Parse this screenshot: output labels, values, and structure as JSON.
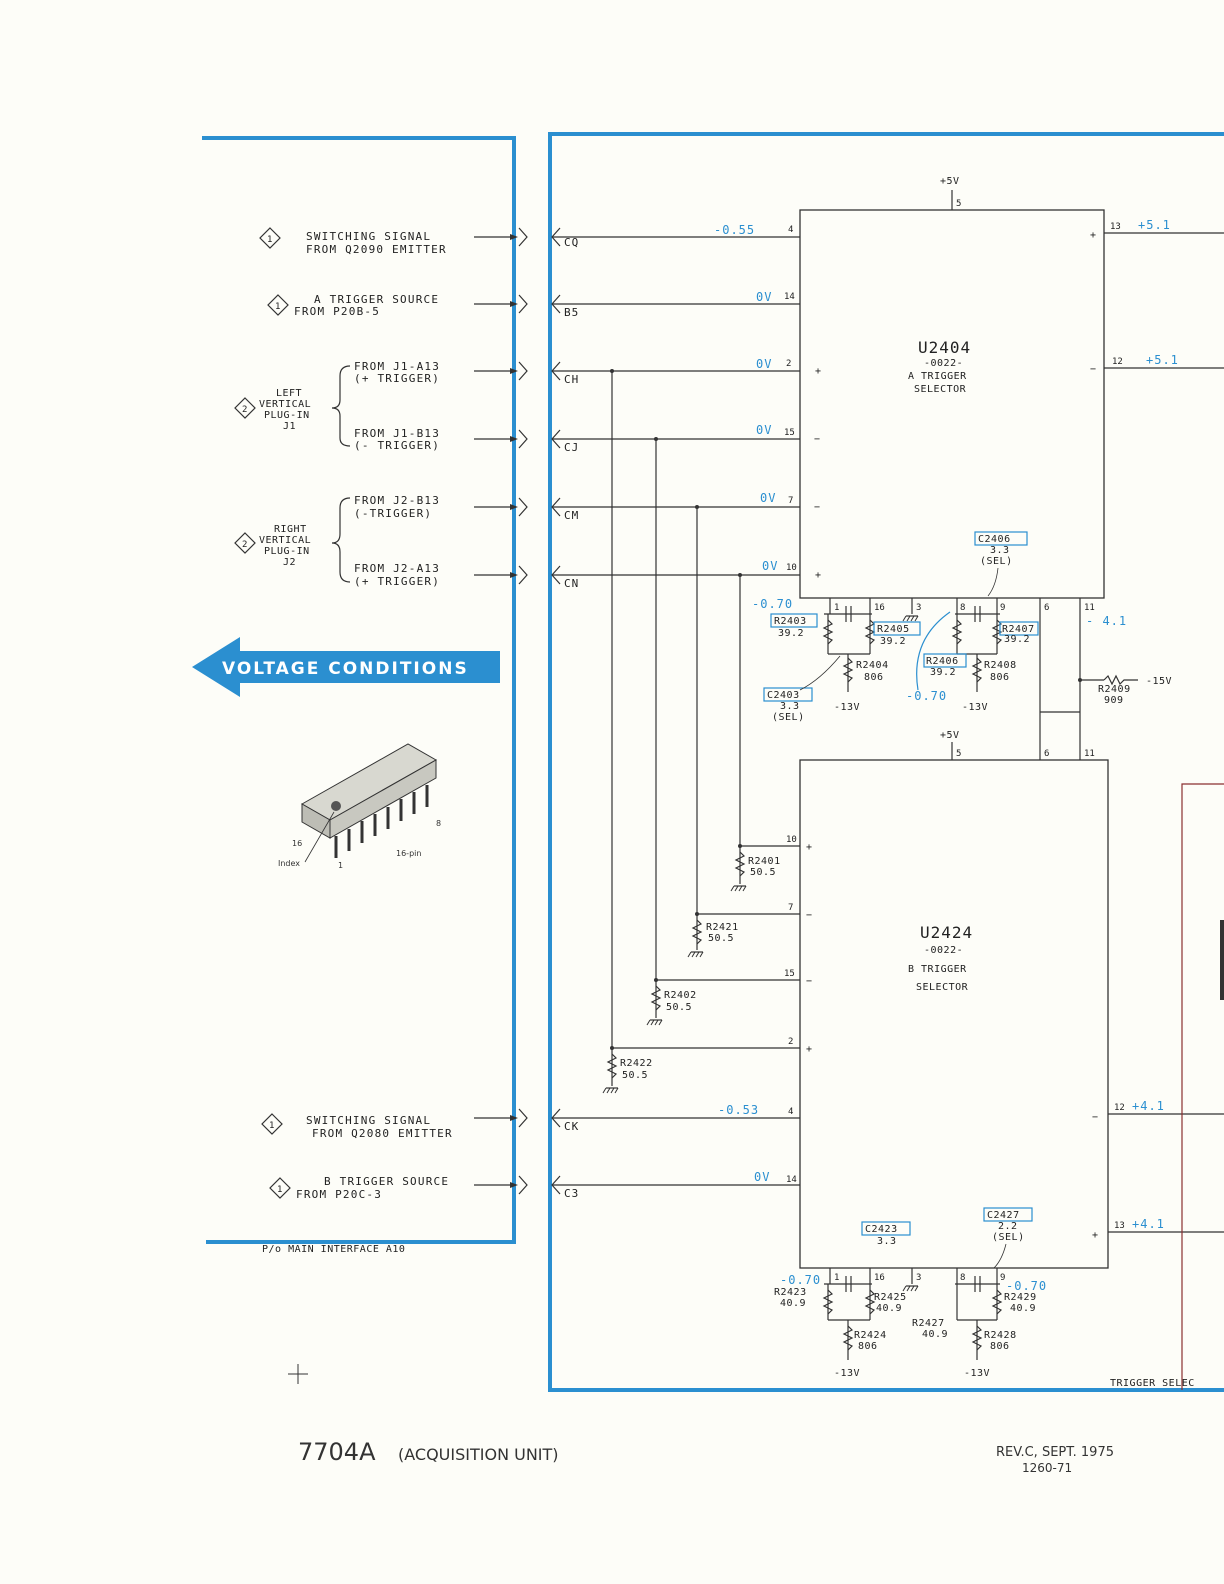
{
  "inputs": [
    {
      "line1": "SWITCHING SIGNAL",
      "line2": "FROM Q2090 EMITTER",
      "pin": "CQ",
      "voltage": "-0.55",
      "ic_pin": "4",
      "note": "1"
    },
    {
      "line1": "A TRIGGER SOURCE",
      "line2": "FROM  P20B-5",
      "pin": "B5",
      "voltage": "0V",
      "ic_pin": "14",
      "note": "1"
    },
    {
      "line1": "FROM J1-A13",
      "line2": "(+ TRIGGER)",
      "pin": "CH",
      "voltage": "0V",
      "ic_pin": "2"
    },
    {
      "line1": "FROM J1-B13",
      "line2": "(- TRIGGER)",
      "pin": "CJ",
      "voltage": "0V",
      "ic_pin": "15"
    },
    {
      "line1": "FROM J2-B13",
      "line2": "(-TRIGGER)",
      "pin": "CM",
      "voltage": "0V",
      "ic_pin": "7"
    },
    {
      "line1": "FROM J2-A13",
      "line2": "(+ TRIGGER)",
      "pin": "CN",
      "voltage": "0V",
      "ic_pin": "10"
    },
    {
      "line1": "SWITCHING SIGNAL",
      "line2": "FROM Q2080 EMITTER",
      "pin": "CK",
      "voltage": "-0.53",
      "ic_pin": "4",
      "note": "1"
    },
    {
      "line1": "B TRIGGER SOURCE",
      "line2": "FROM P20C-3",
      "pin": "C3",
      "voltage": "0V",
      "ic_pin": "14",
      "note": "1"
    }
  ],
  "groups": {
    "left": {
      "l1": "LEFT",
      "l2": "VERTICAL",
      "l3": "PLUG-IN",
      "l4": "J1",
      "note": "2"
    },
    "right": {
      "l1": "RIGHT",
      "l2": "VERTICAL",
      "l3": "PLUG-IN",
      "l4": "J2",
      "note": "2"
    }
  },
  "banner": "VOLTAGE CONDITIONS",
  "chip": {
    "index": "Index",
    "p16": "16",
    "p1": "1",
    "p8": "8",
    "pkg": "16-pin"
  },
  "footer_partial": "P/o  MAIN INTERFACE A10",
  "u2404": {
    "ref": "U2404",
    "part": "-0022-",
    "name1": "A TRIGGER",
    "name2": "SELECTOR",
    "supply": "+5V",
    "supply_pin": "5",
    "out13_pin": "13",
    "out13_v": "+5.1",
    "out12_pin": "12",
    "out12_v": "+5.1",
    "pins": {
      "p2": "2",
      "p15": "15",
      "p7": "7",
      "p10": "10",
      "p1": "1",
      "p16": "16",
      "p3": "3",
      "p8": "8",
      "p9": "9",
      "p6": "6",
      "p11": "11"
    },
    "v_left": "-0.70",
    "v_right": "-0.70",
    "v_pin11": "- 4.1",
    "c2406": {
      "ref": "C2406",
      "val": "3.3",
      "sel": "(SEL)"
    },
    "c2403": {
      "ref": "C2403",
      "val": "3.3",
      "sel": "(SEL)"
    },
    "r2403": {
      "ref": "R2403",
      "val": "39.2"
    },
    "r2405": {
      "ref": "R2405",
      "val": "39.2"
    },
    "r2404": {
      "ref": "R2404",
      "val": "806"
    },
    "r2406": {
      "ref": "R2406",
      "val": "39.2"
    },
    "r2407": {
      "ref": "R2407",
      "val": "39.2"
    },
    "r2408": {
      "ref": "R2408",
      "val": "806"
    },
    "r2409": {
      "ref": "R2409",
      "val": "909"
    },
    "neg15": "-15V",
    "neg13a": "-13V",
    "neg13b": "-13V"
  },
  "u2424": {
    "ref": "U2424",
    "part": "-0022-",
    "name1": "B TRIGGER",
    "name2": "SELECTOR",
    "supply": "+5V",
    "supply_pin": "5",
    "pin6": "6",
    "pin11": "11",
    "out12_pin": "12",
    "out12_v": "+4.1",
    "out13_pin": "13",
    "out13_v": "+4.1",
    "pins": {
      "p10": "10",
      "p7": "7",
      "p15": "15",
      "p2": "2",
      "p1": "1",
      "p16": "16",
      "p3": "3",
      "p8": "8",
      "p9": "9"
    },
    "r2401": {
      "ref": "R2401",
      "val": "50.5"
    },
    "r2421": {
      "ref": "R2421",
      "val": "50.5"
    },
    "r2402": {
      "ref": "R2402",
      "val": "50.5"
    },
    "r2422": {
      "ref": "R2422",
      "val": "50.5"
    },
    "c2423": {
      "ref": "C2423",
      "val": "3.3"
    },
    "c2427": {
      "ref": "C2427",
      "val": "2.2",
      "sel": "(SEL)"
    },
    "r2423": {
      "ref": "R2423",
      "val": "40.9"
    },
    "r2425": {
      "ref": "R2425",
      "val": "40.9"
    },
    "r2424": {
      "ref": "R2424",
      "val": "806"
    },
    "r2427": {
      "ref": "R2427",
      "val": "40.9"
    },
    "r2429": {
      "ref": "R2429",
      "val": "40.9"
    },
    "r2428": {
      "ref": "R2428",
      "val": "806"
    },
    "v_left": "-0.70",
    "v_right": "-0.70",
    "neg13a": "-13V",
    "neg13b": "-13V"
  },
  "trigger_sel": "TRIGGER SELEC",
  "footer": {
    "model": "7704A",
    "unit": "(ACQUISITION UNIT)",
    "rev": "REV.C, SEPT. 1975",
    "num": "1260-71"
  }
}
